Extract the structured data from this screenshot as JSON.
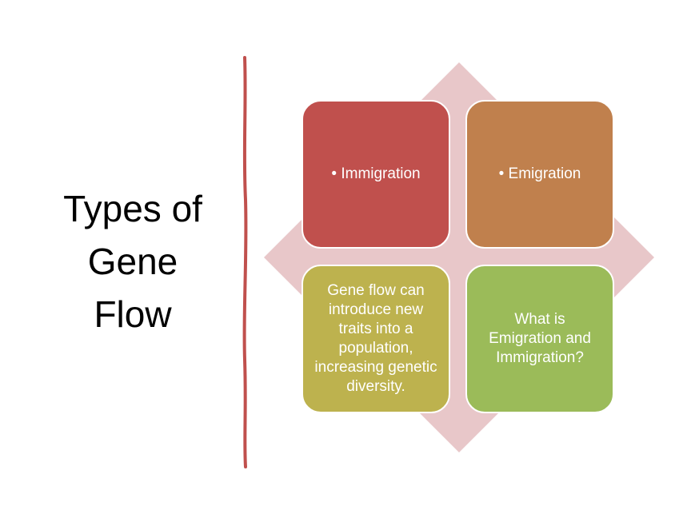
{
  "slide": {
    "title_lines": [
      "Types of",
      "Gene",
      "Flow"
    ]
  },
  "colors": {
    "divider": "#c0504d",
    "diamond": "#e8c7c9",
    "tile_immigration": "#c0504d",
    "tile_emigration": "#c0804d",
    "tile_gene_flow": "#bdb24e",
    "tile_question": "#9bbb59"
  },
  "diagram": {
    "tiles": [
      {
        "text": "• Immigration"
      },
      {
        "text": "• Emigration"
      },
      {
        "text": "Gene flow can introduce new traits into a population, increasing genetic diversity."
      },
      {
        "text": "What is Emigration and Immigration?"
      }
    ]
  }
}
